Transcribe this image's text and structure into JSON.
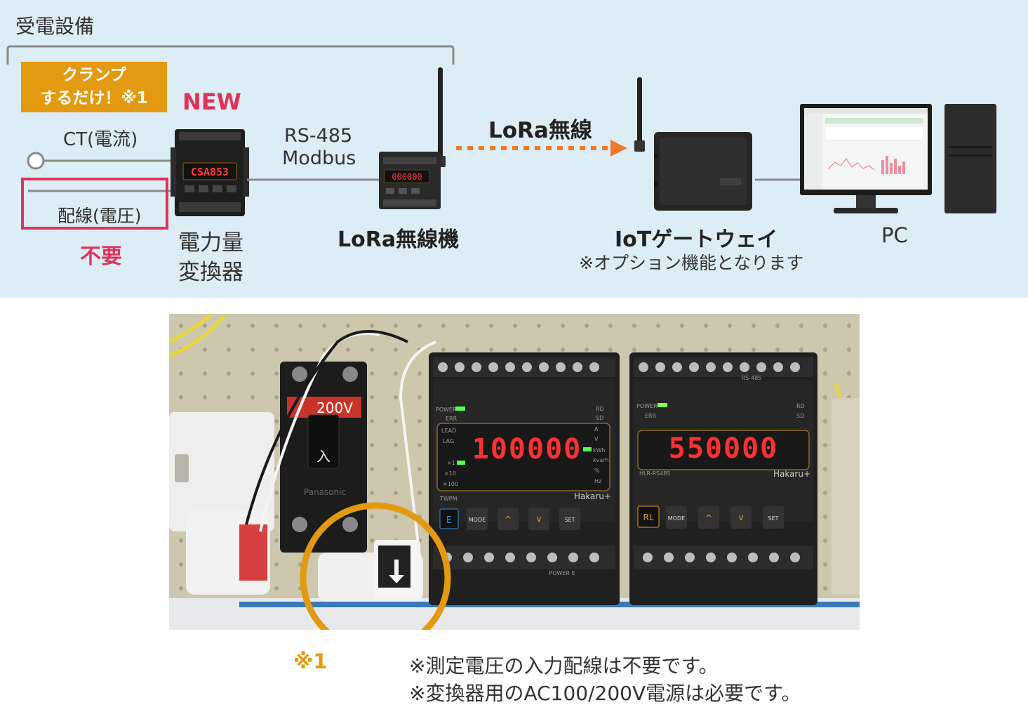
{
  "diagram": {
    "section_title": "受電設備",
    "badge_line1": "クランプ",
    "badge_line2": "するだけ！※1",
    "new_label": "NEW",
    "ct_label": "CT(電流)",
    "wiring_label": "配線(電圧)",
    "unnecessary_label": "不要",
    "converter_line1": "電力量",
    "converter_line2": "変換器",
    "rs485_line1": "RS-485",
    "rs485_line2": "Modbus",
    "lora_device_label": "LoRa無線機",
    "lora_wireless_label": "LoRa無線",
    "gateway_label": "IoTゲートウェイ",
    "gateway_note": "※オプション機能となります",
    "pc_label": "PC",
    "colors": {
      "panel_bg": "#dcedf6",
      "badge": "#e39a10",
      "accent_red": "#e0335a",
      "arrow_orange": "#f07a2a",
      "circle_orange": "#e39a10"
    }
  },
  "photo": {
    "breaker_rating": "200V",
    "breaker_switch": "入",
    "breaker_brand": "Panasonic",
    "meter1": {
      "display": "100000",
      "model": "TWPM",
      "brand": "Hakaru+",
      "indicators_left": [
        "POWER",
        "ERR",
        "LEAD",
        "LAG",
        "×1",
        "×10",
        "×100"
      ],
      "indicators_right": [
        "RD",
        "SD",
        "A",
        "V",
        "kWh",
        "kvarh",
        "%",
        "Hz"
      ],
      "buttons": [
        "E",
        "MODE",
        "^",
        "v",
        "SET"
      ]
    },
    "meter2": {
      "display": "550000",
      "model": "HLR-RS485",
      "brand": "Hakaru+",
      "terminal_label": "RS-485",
      "indicators_left": [
        "POWER",
        "ERR"
      ],
      "indicators_right": [
        "RD",
        "SD"
      ],
      "buttons": [
        "RL",
        "MODE",
        "^",
        "v",
        "SET"
      ]
    },
    "bottom_terminal_label": "POWER  E"
  },
  "notes": {
    "marker": "※1",
    "line1": "※測定電圧の入力配線は不要です。",
    "line2": "※変換器用のAC100/200V電源は必要です。"
  }
}
